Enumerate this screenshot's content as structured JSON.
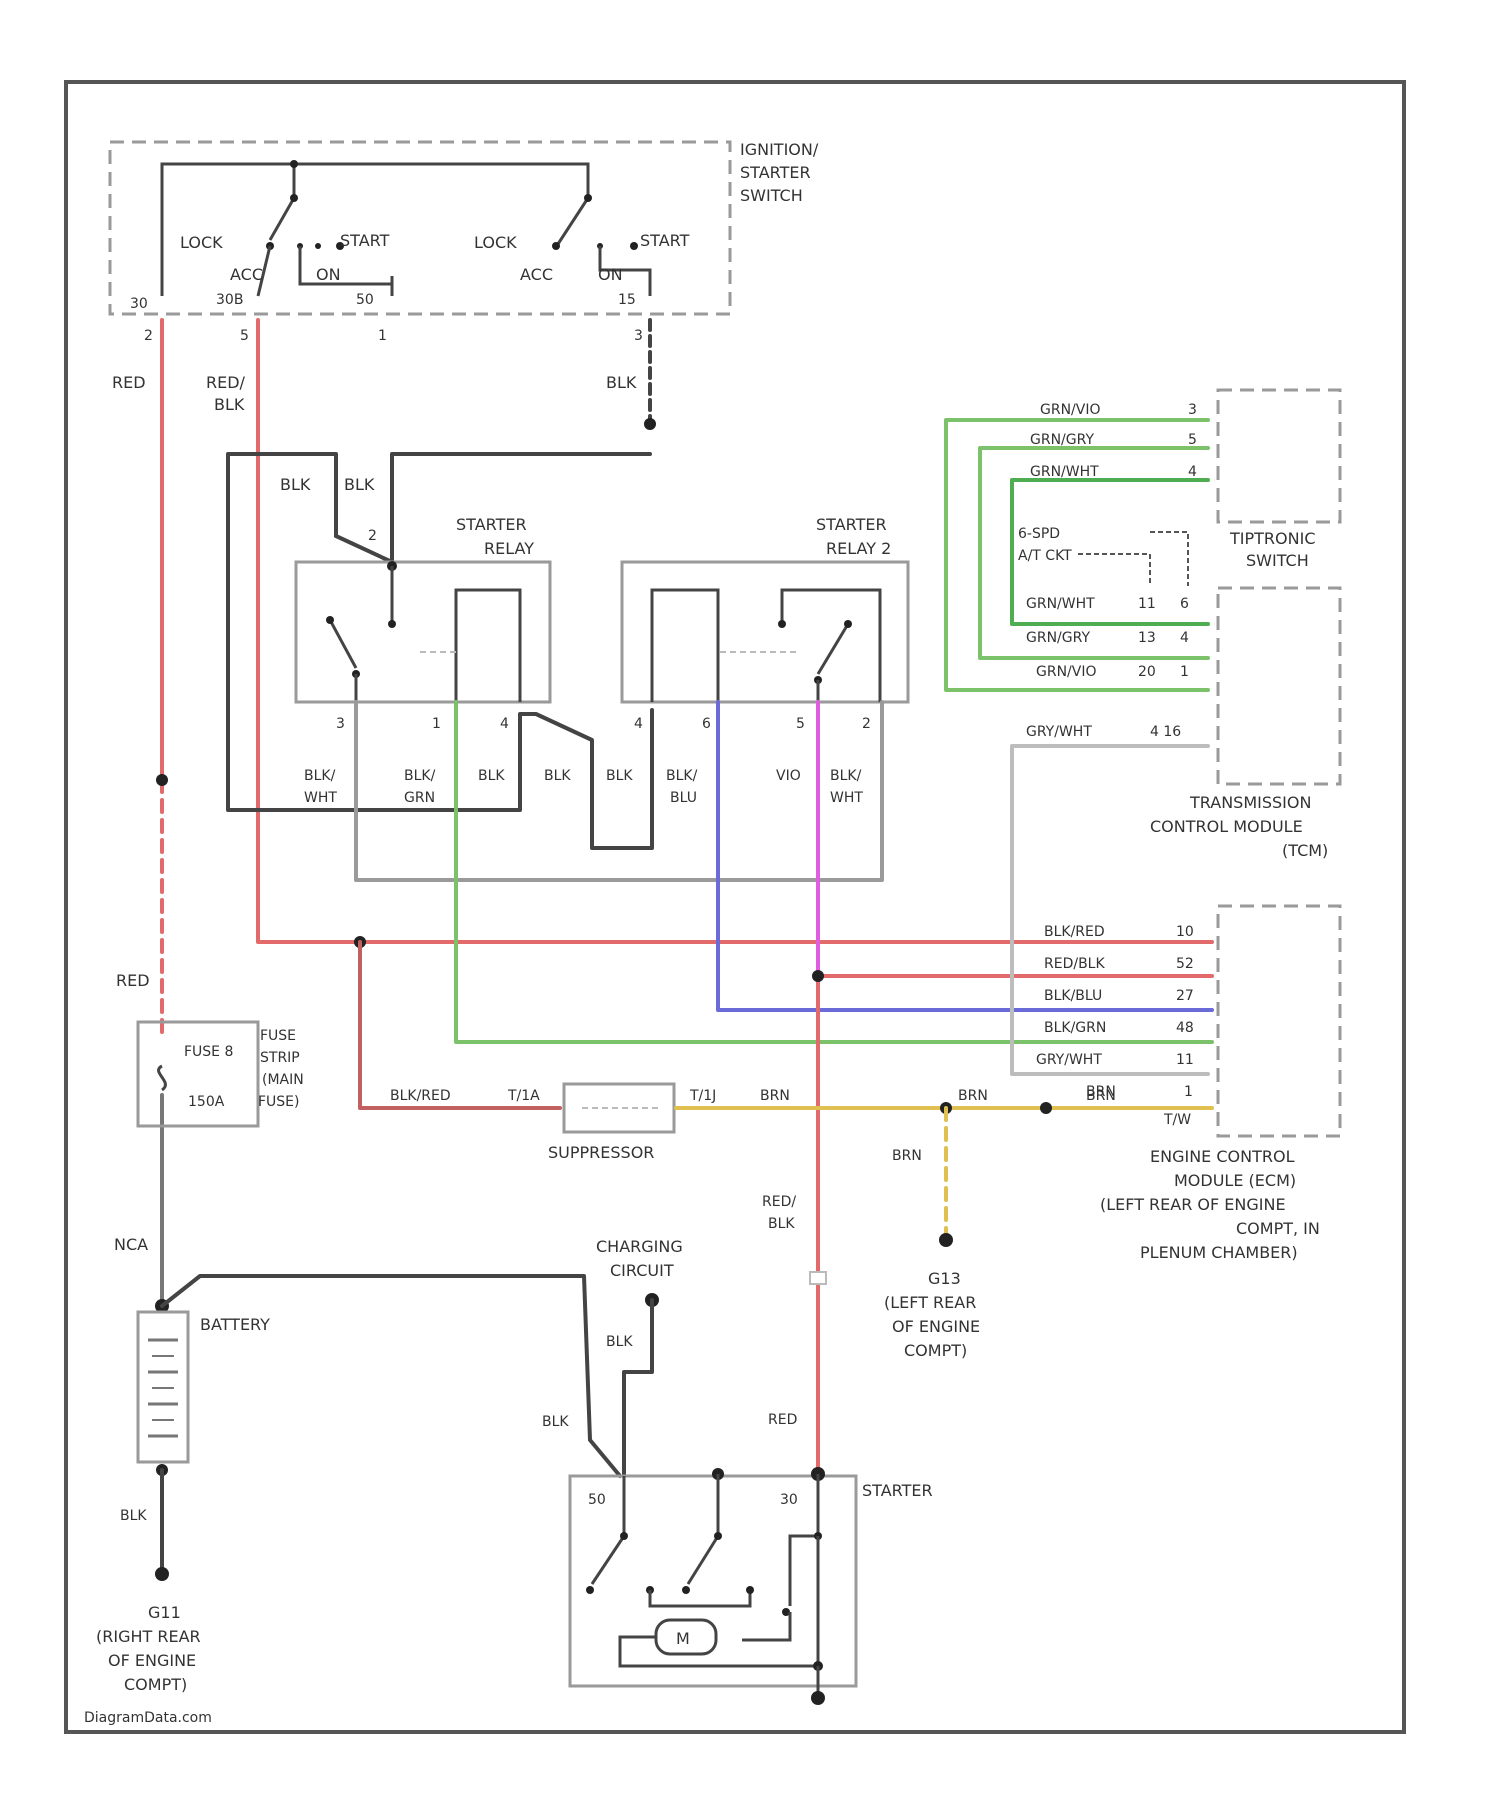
{
  "colors": {
    "red": "#e26a6a",
    "black": "#444444",
    "green": "#7cc26a",
    "blue": "#6a6ad8",
    "magenta": "#e05de0",
    "yellow": "#e0c050",
    "gray": "#9a9a9a"
  },
  "ignition": {
    "title_1": "IGNITION/",
    "title_2": "STARTER",
    "title_3": "SWITCH",
    "lock": "LOCK",
    "start": "START",
    "acc": "ACC",
    "on": "ON",
    "t30": "30",
    "t30b": "30B",
    "t50": "50",
    "t15": "15",
    "p2": "2",
    "p5": "5",
    "p1": "1",
    "p3": "3"
  },
  "starter_relay": {
    "title_1": "STARTER",
    "title_2": "RELAY",
    "pin_top": "2",
    "pins": [
      "3",
      "1",
      "4"
    ]
  },
  "starter_relay2": {
    "title_1": "STARTER",
    "title_2": "RELAY 2",
    "pins": [
      "4",
      "6",
      "5",
      "2"
    ]
  },
  "tiptronic": {
    "title_1": "TIPTRONIC",
    "title_2": "SWITCH",
    "rows": [
      {
        "wire": "GRN/VIO",
        "pin": "3"
      },
      {
        "wire": "GRN/GRY",
        "pin": "5"
      },
      {
        "wire": "GRN/WHT",
        "pin": "4"
      }
    ]
  },
  "tcm": {
    "title_1": "TRANSMISSION",
    "title_2": "CONTROL MODULE",
    "title_3": "(TCM)",
    "note_1": "6-SPD",
    "note_2": "A/T CKT",
    "rows": [
      {
        "wire": "GRN/WHT",
        "pin_a": "11",
        "pin_b": "6"
      },
      {
        "wire": "GRN/GRY",
        "pin_a": "13",
        "pin_b": "4"
      },
      {
        "wire": "GRN/VIO",
        "pin_a": "20",
        "pin_b": "1"
      }
    ],
    "gry_wire": "GRY/WHT",
    "gry_pins": "4 16"
  },
  "ecm": {
    "title_1": "ENGINE CONTROL",
    "title_2": "MODULE (ECM)",
    "title_3": "(LEFT REAR OF ENGINE",
    "title_4": "COMPT, IN",
    "title_5": "PLENUM CHAMBER)",
    "rows": [
      {
        "wire": "BLK/RED",
        "pin": "10"
      },
      {
        "wire": "RED/BLK",
        "pin": "52"
      },
      {
        "wire": "BLK/BLU",
        "pin": "27"
      },
      {
        "wire": "BLK/GRN",
        "pin": "48"
      },
      {
        "wire": "GRY/WHT",
        "pin": "11"
      },
      {
        "wire": "BRN",
        "pin": "1"
      }
    ],
    "tw": "T/W"
  },
  "relay_wires": [
    "BLK/ WHT",
    "BLK/ GRN",
    "BLK",
    "BLK",
    "BLK",
    "BLK/ BLU",
    "VIO",
    "BLK/ WHT"
  ],
  "wires": {
    "red": "RED",
    "red_blk": "RED/ BLK",
    "blk": "BLK",
    "blk_red": "BLK/RED",
    "brn": "BRN",
    "nca": "NCA",
    "t1a": "T/1A",
    "t1j": "T/1J"
  },
  "fuse": {
    "name": "FUSE 8",
    "rating": "150A",
    "title_1": "FUSE",
    "title_2": "STRIP",
    "title_3": "(MAIN",
    "title_4": "FUSE)"
  },
  "suppressor": "SUPPRESSOR",
  "g13": {
    "name": "G13",
    "desc_1": "(LEFT REAR",
    "desc_2": "OF ENGINE",
    "desc_3": "COMPT)"
  },
  "g11": {
    "name": "G11",
    "desc_1": "(RIGHT REAR",
    "desc_2": "OF ENGINE",
    "desc_3": "COMPT)"
  },
  "charging": {
    "line_1": "CHARGING",
    "line_2": "CIRCUIT"
  },
  "battery": "BATTERY",
  "starter": {
    "title": "STARTER",
    "t50": "50",
    "t30": "30",
    "motor": "M"
  },
  "footer": "DiagramData.com"
}
